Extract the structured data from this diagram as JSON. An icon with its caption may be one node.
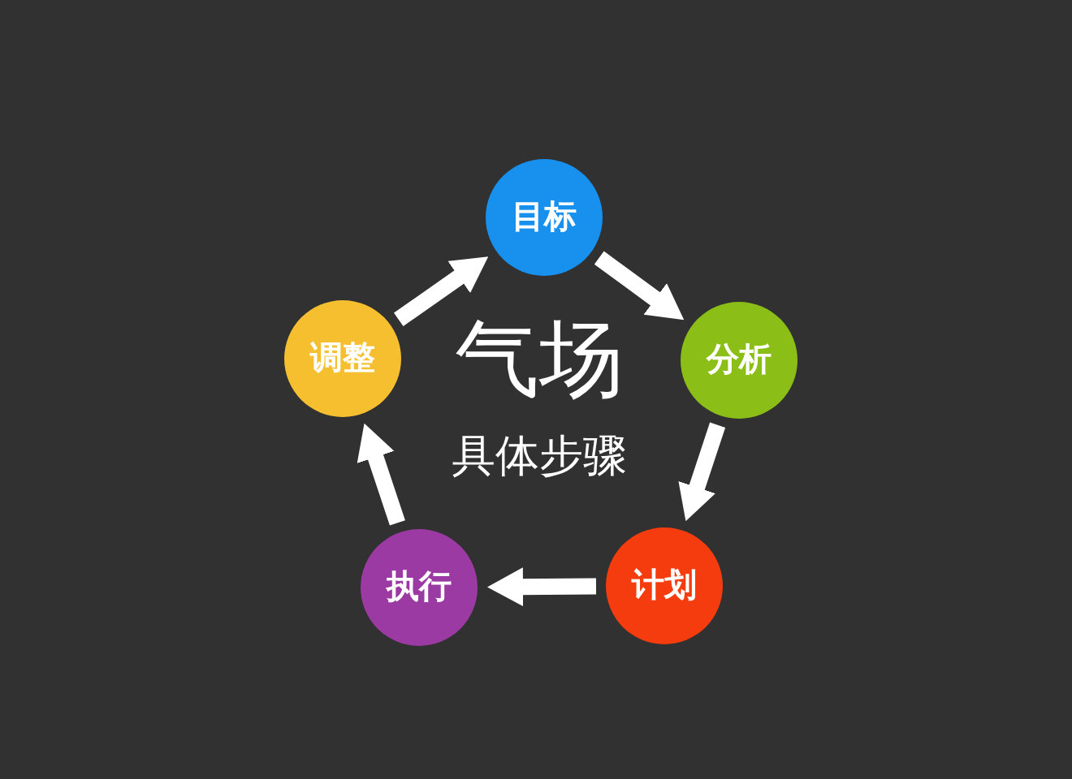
{
  "diagram": {
    "title": "气场",
    "nodes": [
      {
        "text": [
          "目标"
        ]
      },
      {
        "text": [
          "分析"
        ]
      },
      {
        "text": [
          "计划"
        ]
      },
      {
        "text": [
          "执行"
        ]
      },
      {
        "text": [
          "调整"
        ]
      }
    ],
    "edges": [
      {
        "from": 0,
        "to": 1,
        "arrow": "to"
      },
      {
        "from": 1,
        "to": 2,
        "arrow": "to"
      },
      {
        "from": 2,
        "to": 3,
        "arrow": "to"
      },
      {
        "from": 3,
        "to": 4,
        "arrow": "to"
      },
      {
        "from": 4,
        "to": 0,
        "arrow": "to"
      }
    ],
    "labels": [
      "具体步骤"
    ]
  }
}
